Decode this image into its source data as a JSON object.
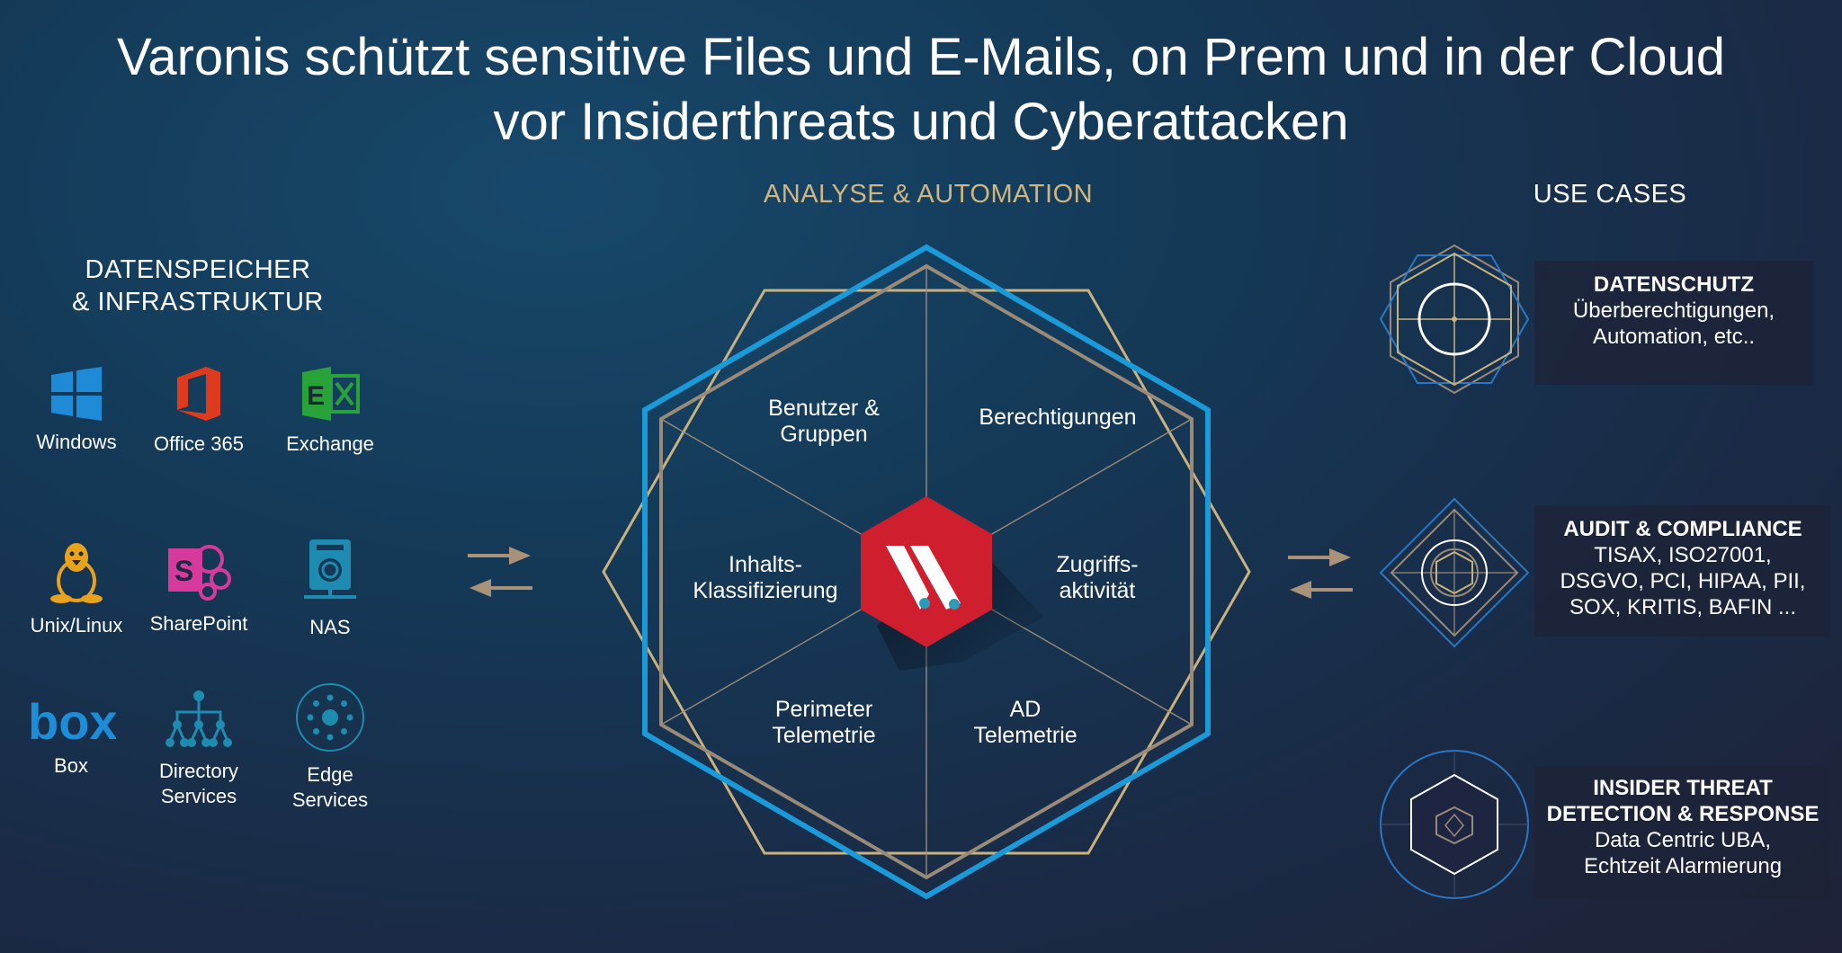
{
  "title": {
    "line1": "Varonis schützt sensitive Files und E-Mails, on Prem und in der Cloud",
    "line2": "vor Insiderthreats und Cyberattacken"
  },
  "left": {
    "heading_line1": "DATENSPEICHER",
    "heading_line2": "& INFRASTRUKTUR",
    "sources": [
      {
        "label": "Windows",
        "icon": "windows-icon"
      },
      {
        "label": "Office 365",
        "icon": "office365-icon"
      },
      {
        "label": "Exchange",
        "icon": "exchange-icon"
      },
      {
        "label": "Unix/Linux",
        "icon": "linux-icon"
      },
      {
        "label": "SharePoint",
        "icon": "sharepoint-icon"
      },
      {
        "label": "NAS",
        "icon": "nas-icon"
      },
      {
        "label": "Box",
        "icon": "box-icon"
      },
      {
        "label": "Directory",
        "label2": "Services",
        "icon": "directory-icon"
      },
      {
        "label": "Edge",
        "label2": "Services",
        "icon": "edge-icon"
      }
    ]
  },
  "center": {
    "heading": "ANALYSE & AUTOMATION",
    "segments": {
      "users": [
        "Benutzer &",
        "Gruppen"
      ],
      "permissions": "Berechtigungen",
      "content": [
        "Inhalts-",
        "Klassifizierung"
      ],
      "access": [
        "Zugriffs-",
        "aktivität"
      ],
      "perimeter": [
        "Perimeter",
        "Telemetrie"
      ],
      "ad": [
        "AD",
        "Telemetrie"
      ]
    }
  },
  "right": {
    "heading": "USE CASES",
    "cases": [
      {
        "title": "DATENSCHUTZ",
        "lines": [
          "Überberechtigungen,",
          "Automation, etc.."
        ]
      },
      {
        "title": "AUDIT & COMPLIANCE",
        "lines": [
          "TISAX, ISO27001,",
          "DSGVO, PCI, HIPAA, PII,",
          "SOX, KRITIS, BAFIN ..."
        ]
      },
      {
        "title": "INSIDER THREAT",
        "title2": "DETECTION & RESPONSE",
        "lines": [
          "Data Centric UBA,",
          "Echtzeit Alarmierung"
        ]
      }
    ]
  },
  "colors": {
    "gold": "#d0b580",
    "blue": "#1a9ad9",
    "taupe": "#9a8a78",
    "red": "#cf1f2e"
  }
}
